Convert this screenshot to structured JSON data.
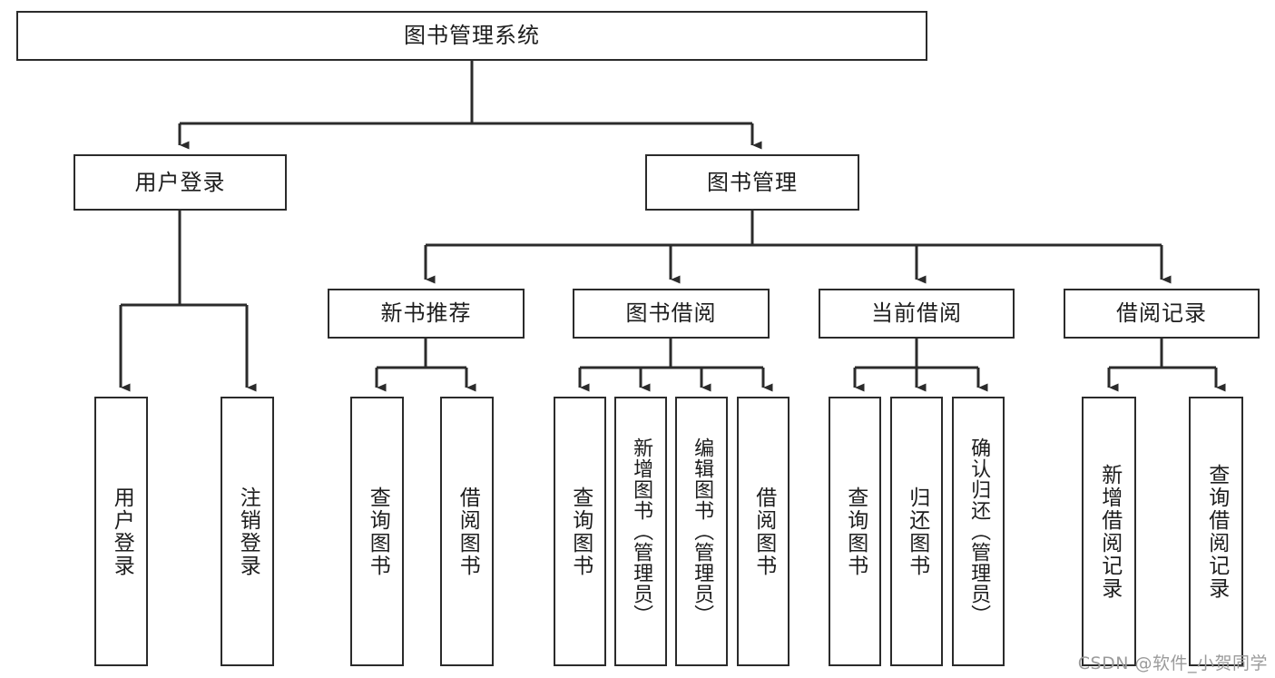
{
  "diagram": {
    "title": "图书管理系统",
    "type": "functional-structure-tree",
    "colors": {
      "box_border": "#2b2b2b",
      "box_fill": "#ffffff",
      "connector": "#2b2b2b",
      "text": "#1d1d1d",
      "watermark": "#9b9b9b",
      "background": "#ffffff"
    },
    "root": {
      "label": "图书管理系统"
    },
    "level2": [
      {
        "id": "user-login",
        "label": "用户登录"
      },
      {
        "id": "book-management",
        "label": "图书管理"
      }
    ],
    "level3": [
      {
        "id": "new-book-recommend",
        "label": "新书推荐",
        "parent": "book-management"
      },
      {
        "id": "book-borrow",
        "label": "图书借阅",
        "parent": "book-management"
      },
      {
        "id": "current-borrow",
        "label": "当前借阅",
        "parent": "book-management"
      },
      {
        "id": "borrow-record",
        "label": "借阅记录",
        "parent": "book-management"
      }
    ],
    "leaves": {
      "user-login": [
        {
          "id": "leaf-user-login",
          "label": "用户登录"
        },
        {
          "id": "leaf-user-logout",
          "label": "注销登录"
        }
      ],
      "new-book-recommend": [
        {
          "id": "leaf-query-book-1",
          "label": "查询图书"
        },
        {
          "id": "leaf-borrow-book-1",
          "label": "借阅图书"
        }
      ],
      "book-borrow": [
        {
          "id": "leaf-query-book-2",
          "label": "查询图书"
        },
        {
          "id": "leaf-add-book",
          "label": "新增图书（管理员）"
        },
        {
          "id": "leaf-edit-book",
          "label": "编辑图书（管理员）"
        },
        {
          "id": "leaf-borrow-book-2",
          "label": "借阅图书"
        }
      ],
      "current-borrow": [
        {
          "id": "leaf-query-book-3",
          "label": "查询图书"
        },
        {
          "id": "leaf-return-book",
          "label": "归还图书"
        },
        {
          "id": "leaf-confirm-return",
          "label": "确认归还（管理员）"
        }
      ],
      "borrow-record": [
        {
          "id": "leaf-add-record",
          "label": "新增借阅记录"
        },
        {
          "id": "leaf-query-record",
          "label": "查询借阅记录"
        }
      ]
    }
  },
  "watermark": {
    "text": "CSDN @软件_小贺同学"
  }
}
